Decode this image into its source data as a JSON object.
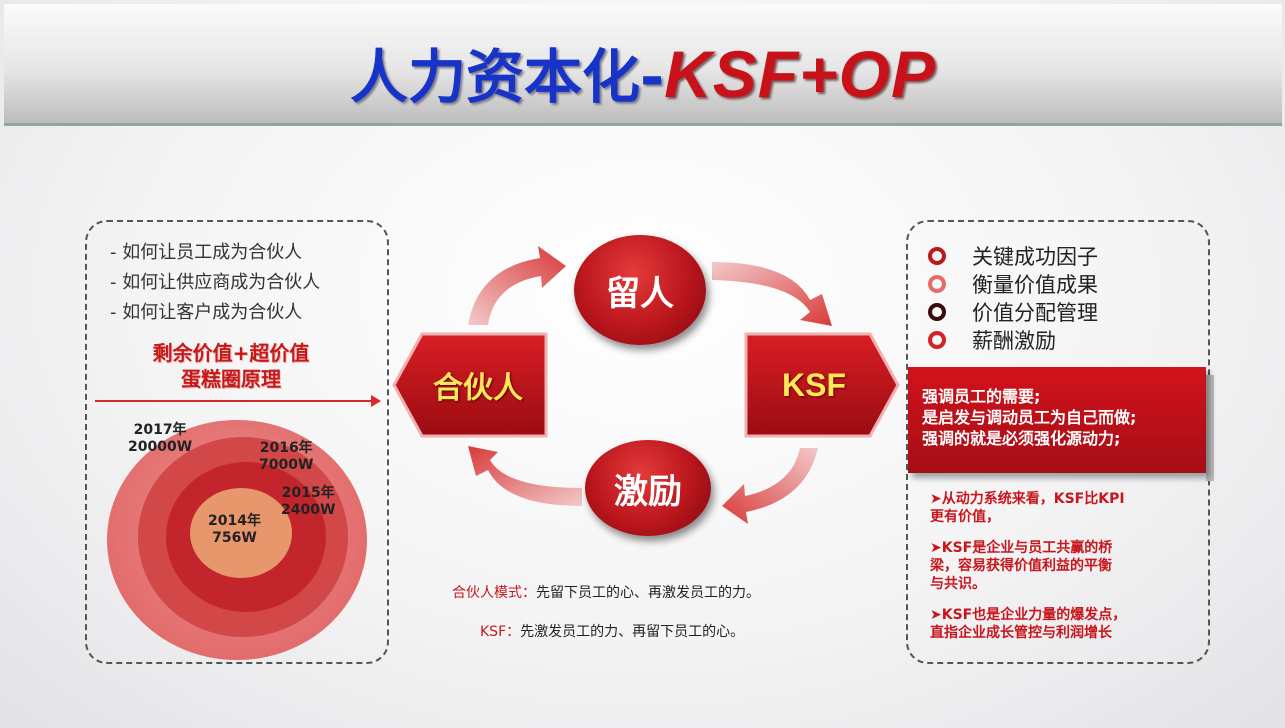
{
  "header": {
    "title_cn": "人力资本化-",
    "title_en": "KSF+OP"
  },
  "left_panel": {
    "questions": [
      "- 如何让员工成为合伙人",
      "- 如何让供应商成为合伙人",
      "- 如何让客户成为合伙人"
    ],
    "red_title_line1": "剩余价值+超价值",
    "red_title_line2": "蛋糕圈原理",
    "rings": [
      {
        "year": "2017年",
        "value": "20000W"
      },
      {
        "year": "2016年",
        "value": "7000W"
      },
      {
        "year": "2015年",
        "value": "2400W"
      },
      {
        "year": "2014年",
        "value": "756W"
      }
    ]
  },
  "cycle": {
    "retain": "留人",
    "motivate": "激励",
    "partner": "合伙人",
    "ksf": "KSF"
  },
  "notes": {
    "partner_label": "合伙人模式：",
    "partner_text": "先留下员工的心、再激发员工的力。",
    "ksf_label": "KSF：",
    "ksf_text": "先激发员工的力、再留下员工的心。"
  },
  "right_panel": {
    "items": [
      "关键成功因子",
      "衡量价值成果",
      "价值分配管理",
      "薪酬激励"
    ],
    "banner_lines": [
      "强调员工的需要;",
      "是启发与调动员工为自己而做;",
      "强调的就是必须强化源动力;"
    ],
    "points": [
      {
        "line1": "➤从动力系统来看，KSF比KPI",
        "line2": "更有价值，",
        "line3": ""
      },
      {
        "line1": "➤KSF是企业与员工共赢的桥",
        "line2": "梁，容易获得价值利益的平衡",
        "line3": "与共识。"
      },
      {
        "line1": "➤KSF也是企业力量的爆发点，",
        "line2": "直指企业成长管控与利润增长",
        "line3": ""
      }
    ]
  },
  "colors": {
    "title_blue": "#1733c8",
    "title_red": "#c8121a",
    "accent_red": "#c0171d",
    "label_yellow": "#ffe75a"
  }
}
